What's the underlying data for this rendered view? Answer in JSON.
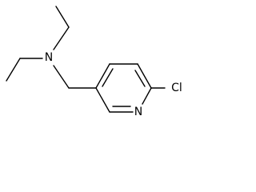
{
  "molecule": {
    "atoms": {
      "amine_n": "N",
      "ring_n": "N",
      "chlorine": "Cl"
    }
  },
  "colors": {
    "bond": "#000000",
    "text": "#000000",
    "background": "#ffffff"
  }
}
